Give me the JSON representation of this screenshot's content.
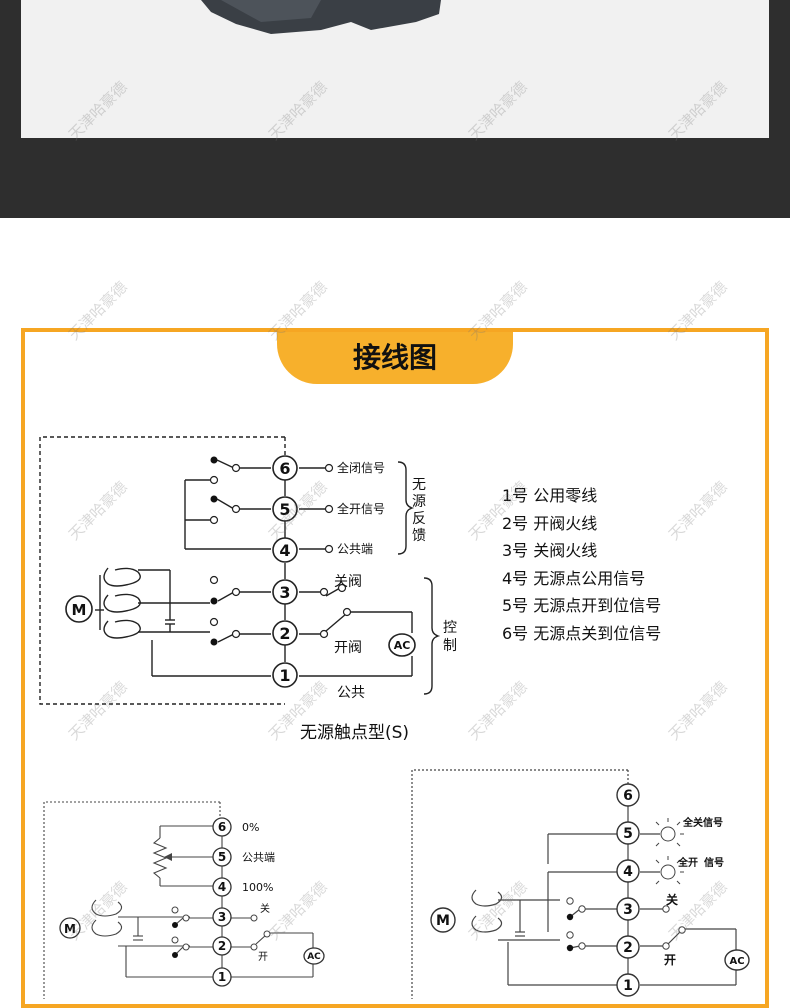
{
  "section_title": "接线图",
  "watermark": "天津哈豪德",
  "diagram_s": {
    "caption": "无源触点型(S)",
    "motor": "M",
    "ac": "AC",
    "terminals": [
      "1",
      "2",
      "3",
      "4",
      "5",
      "6"
    ],
    "labels": {
      "full_close": "全闭信号",
      "full_open": "全开信号",
      "common_end": "公共端",
      "close_valve": "关阀",
      "open_valve": "开阀",
      "common": "公共",
      "passive_feedback": [
        "无",
        "源",
        "反",
        "馈"
      ],
      "control": [
        "控",
        "制"
      ]
    }
  },
  "legend": [
    "1号  公用零线",
    "2号  开阀火线",
    "3号  关阀火线",
    "4号  无源点公用信号",
    "5号  无源点开到位信号",
    "6号  无源点关到位信号"
  ],
  "diagram_pot": {
    "motor": "M",
    "ac": "AC",
    "labels": {
      "p0": "0%",
      "common_end": "公共端",
      "p100": "100%",
      "close": "关",
      "open": "开"
    }
  },
  "diagram_lamp": {
    "motor": "M",
    "ac": "AC",
    "labels": {
      "all_close_signal": "全关信号",
      "all_open": "全开",
      "signal": "信号",
      "close": "关",
      "open": "开"
    }
  }
}
